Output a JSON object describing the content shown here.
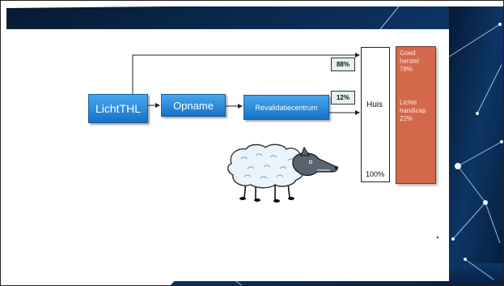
{
  "flow": {
    "start": "LichtTHL",
    "step2": "Opname",
    "step3": "Revalidatiecentrum"
  },
  "branches": {
    "upper_pct": "88%",
    "lower_pct": "12%"
  },
  "destination": {
    "label": "Huis",
    "total": "100%"
  },
  "outcomes": [
    {
      "line1": "Goed",
      "line2": "herstel",
      "pct": "78%"
    },
    {
      "line1": "Lichte",
      "line2": "handicap",
      "pct": "22%"
    }
  ],
  "colors": {
    "flow_box": "#1672c7",
    "outcome_bar": "#d4684a",
    "badge": "#e3f1ef",
    "backdrop": "#0d2f55"
  }
}
